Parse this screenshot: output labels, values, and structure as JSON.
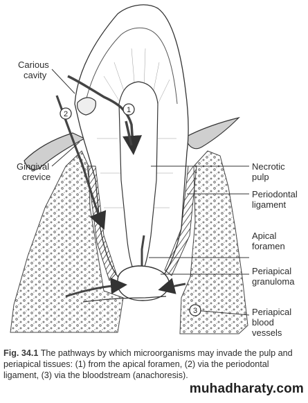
{
  "labels": {
    "carious_cavity": [
      "Carious",
      "cavity"
    ],
    "gingival_crevice": [
      "Gingival",
      "crevice"
    ],
    "necrotic_pulp": [
      "Necrotic",
      "pulp"
    ],
    "periodontal_ligament": [
      "Periodontal",
      "ligament"
    ],
    "apical_foramen": [
      "Apical",
      "foramen"
    ],
    "periapical_granuloma": [
      "Periapical",
      "granuloma"
    ],
    "periapical_blood_vessels": [
      "Periapical",
      "blood",
      "vessels"
    ]
  },
  "pathway_markers": [
    "1",
    "2",
    "3"
  ],
  "caption": {
    "fig": "Fig. 34.1",
    "text": "The pathways by which microorganisms may invade the pulp and periapical tissues: (1) from the apical foramen, (2) via the periodontal ligament, (3) via the bloodstream (anachoresis)."
  },
  "watermark": "muhadharaty.com"
}
